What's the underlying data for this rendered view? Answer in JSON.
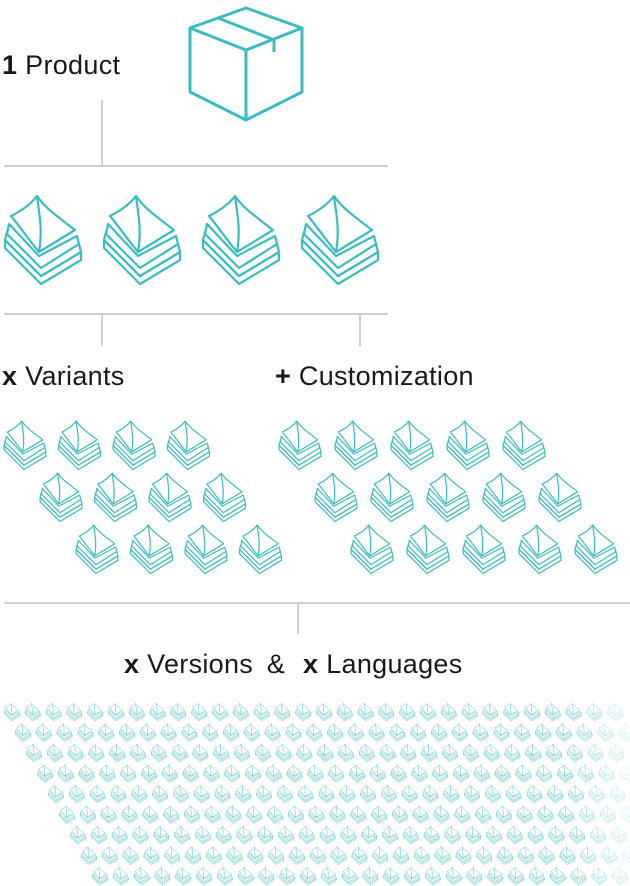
{
  "colors": {
    "accent": "#3bbcc1",
    "line": "#cfcfcf",
    "text": "#1a1a1a"
  },
  "icons": {
    "product": "box-icon",
    "document": "document-stack-icon"
  },
  "labels": {
    "product": {
      "operator": "1",
      "text": "Product"
    },
    "variants": {
      "operator": "x",
      "text": "Variants"
    },
    "customization": {
      "operator": "+",
      "text": "Customization"
    },
    "versions": {
      "operator": "x",
      "text": "Versions"
    },
    "ampersand": "&",
    "languages": {
      "operator": "x",
      "text": "Languages"
    }
  },
  "groups": {
    "base_documents": 4,
    "variant_rows": [
      4,
      4,
      4
    ],
    "customization_rows": [
      5,
      5,
      5
    ],
    "version_rows": 9
  }
}
